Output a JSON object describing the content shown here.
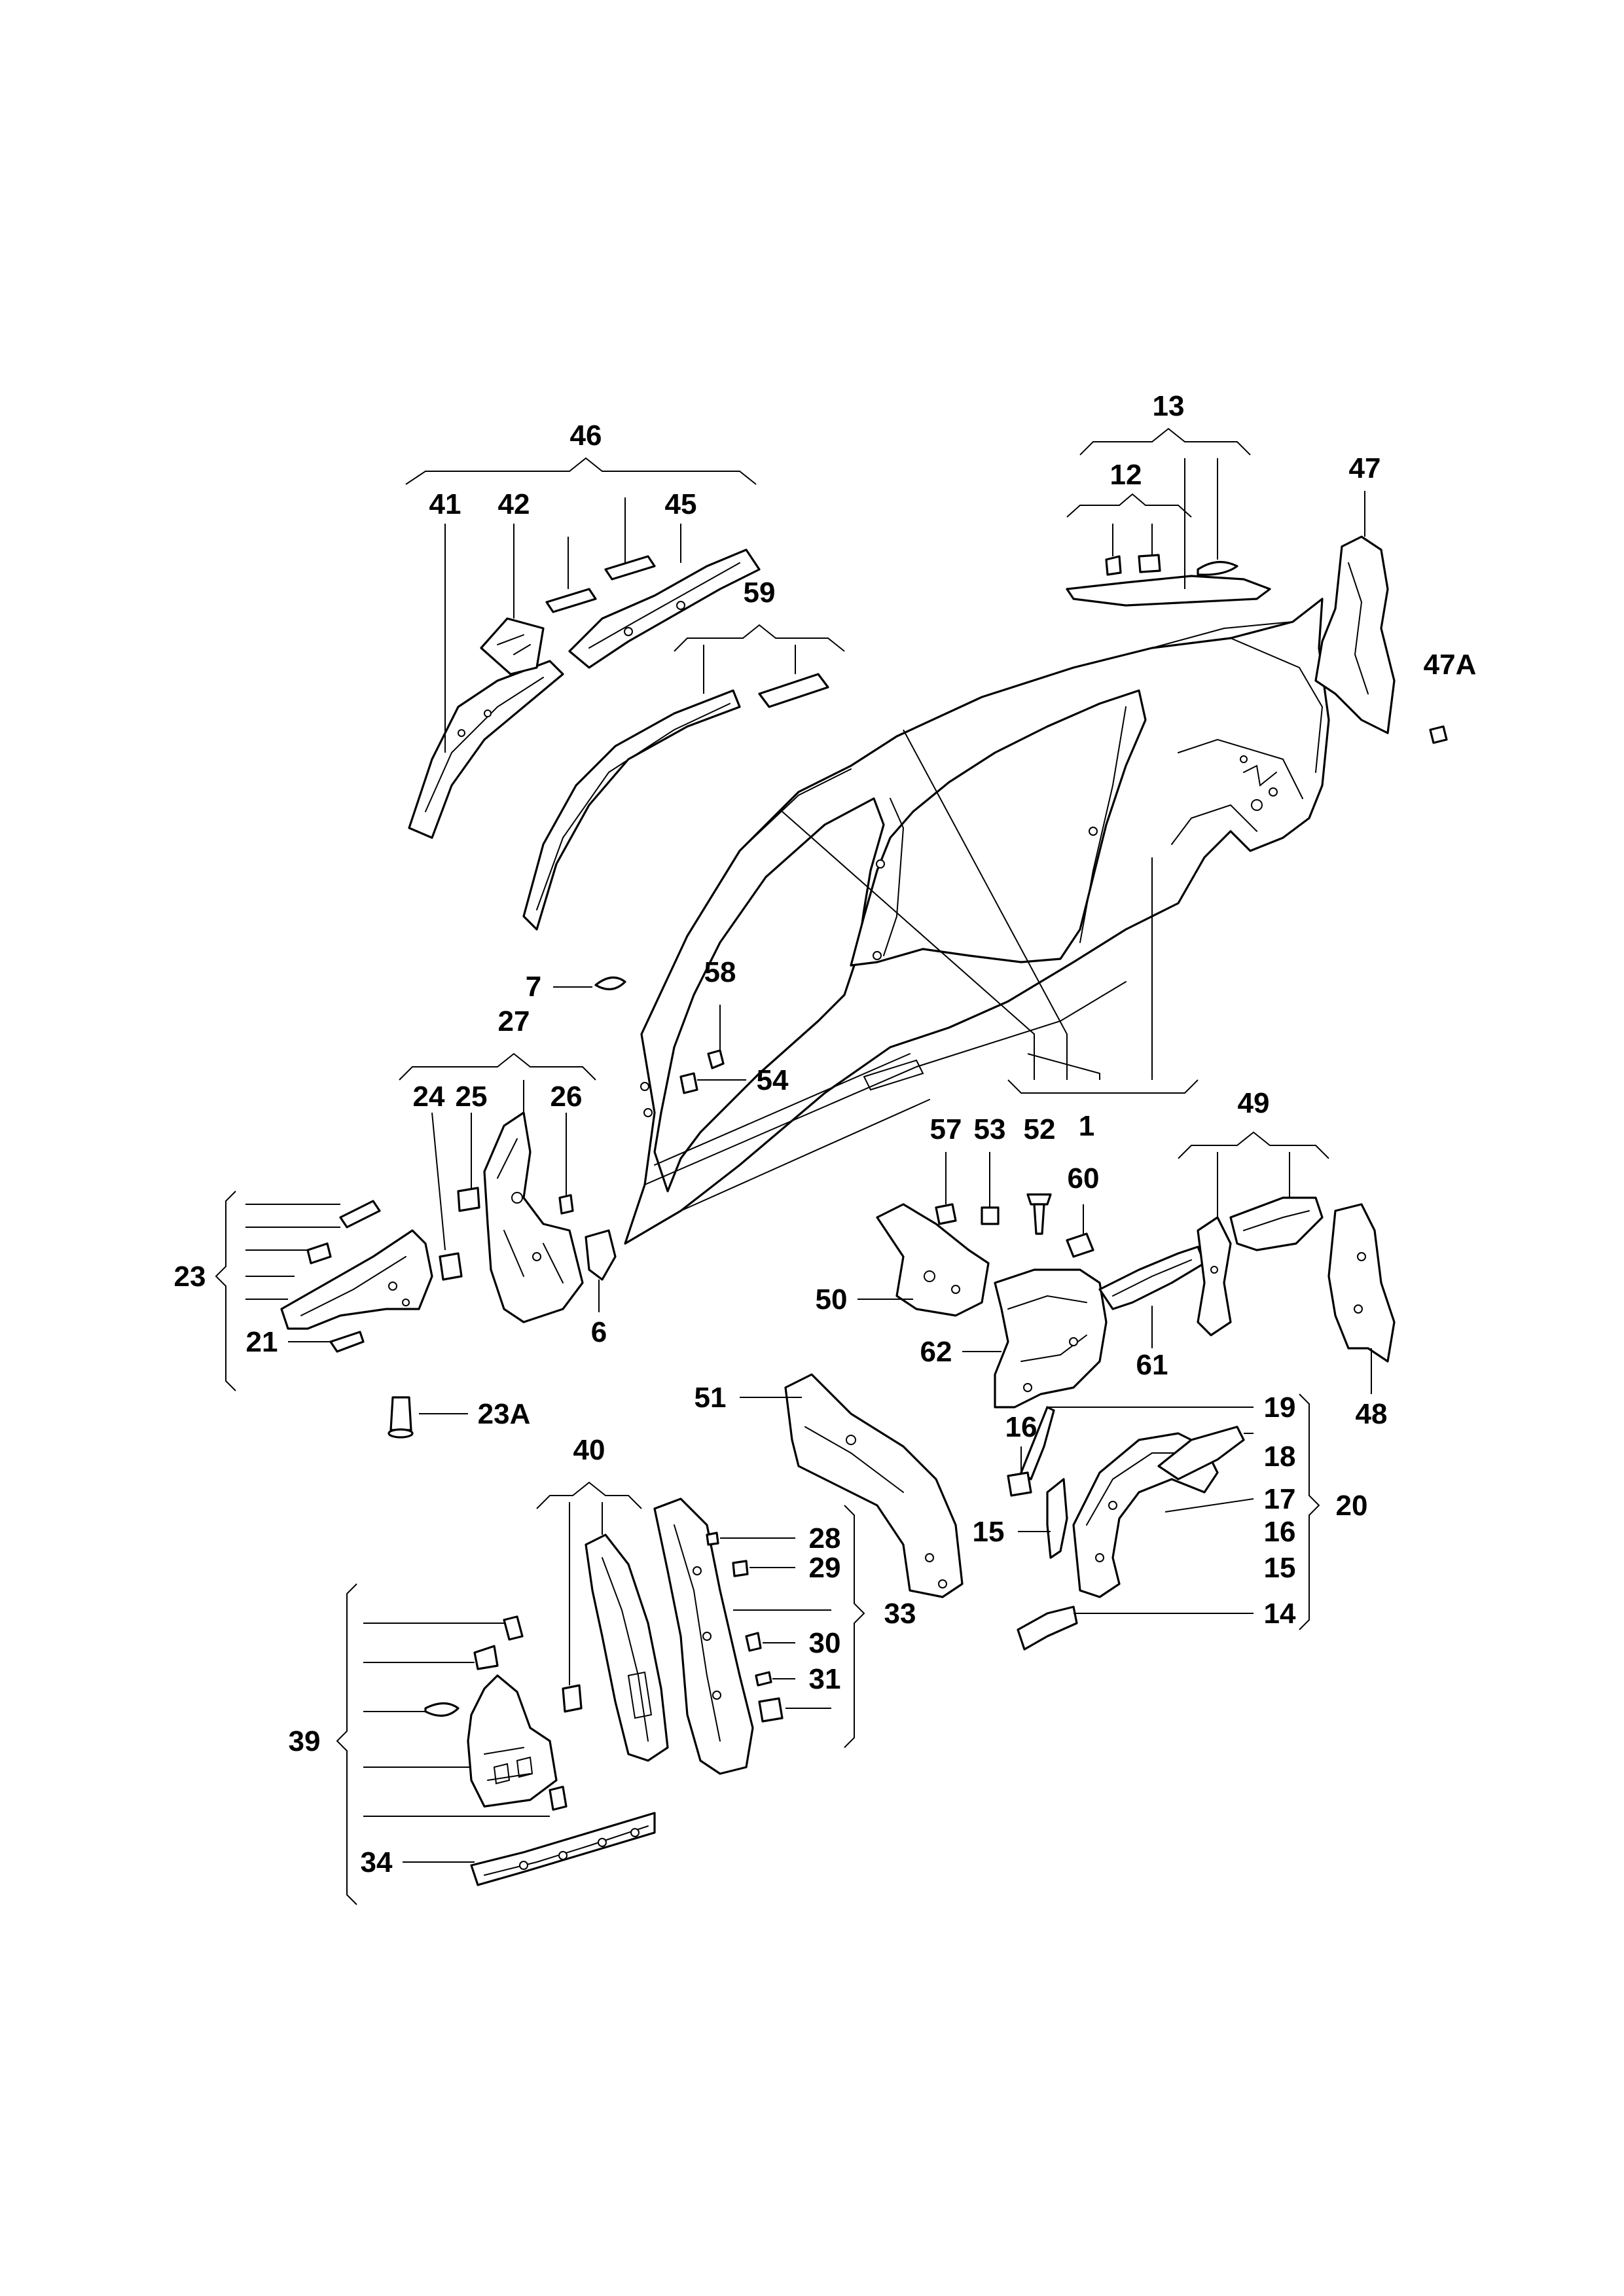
{
  "diagram": {
    "colors": {
      "ink": "#000000",
      "paper": "#ffffff"
    },
    "callouts": {
      "c1": "1",
      "c6": "6",
      "c7": "7",
      "c12": "12",
      "c13": "13",
      "c14": "14",
      "c15a": "15",
      "c15b": "15",
      "c16a": "16",
      "c16b": "16",
      "c17": "17",
      "c18": "18",
      "c19": "19",
      "c20": "20",
      "c21": "21",
      "c23": "23",
      "c23a": "23A",
      "c24": "24",
      "c25": "25",
      "c26": "26",
      "c27": "27",
      "c28": "28",
      "c29": "29",
      "c30": "30",
      "c31": "31",
      "c33": "33",
      "c34": "34",
      "c39": "39",
      "c40": "40",
      "c41": "41",
      "c42": "42",
      "c45": "45",
      "c46": "46",
      "c47": "47",
      "c47a": "47A",
      "c48": "48",
      "c49": "49",
      "c50": "50",
      "c51": "51",
      "c52": "52",
      "c53": "53",
      "c54": "54",
      "c57": "57",
      "c58": "58",
      "c59": "59",
      "c60": "60",
      "c61": "61",
      "c62": "62"
    }
  }
}
